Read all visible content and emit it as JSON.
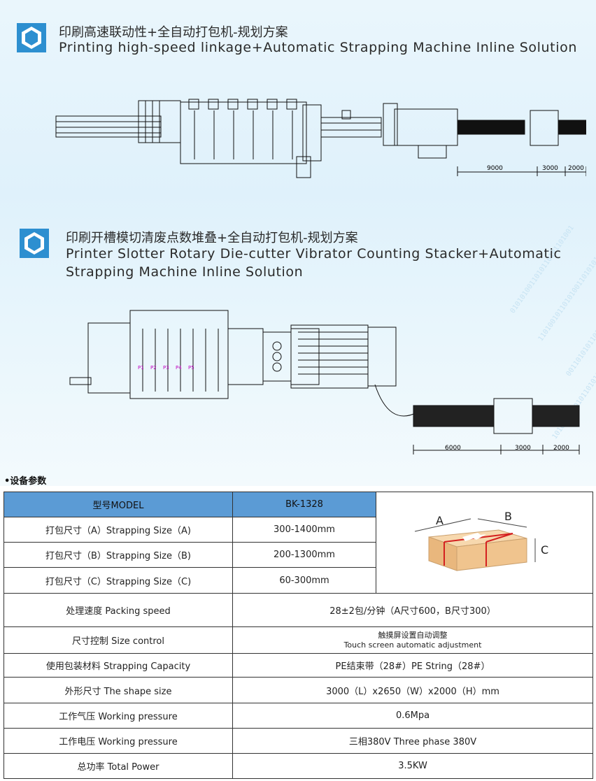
{
  "section1": {
    "title_cn": "印刷高速联动性+全自动打包机-规划方案",
    "title_en": "Printing high-speed linkage+Automatic Strapping Machine Inline Solution",
    "dims": [
      "9000",
      "3000",
      "2000"
    ]
  },
  "section2": {
    "title_cn": "印刷开槽模切清废点数堆叠+全自动打包机-规划方案",
    "title_en_line1": "Printer Slotter Rotary Die-cutter Vibrator Counting Stacker+Automatic",
    "title_en_line2": "Strapping Machine Inline Solution",
    "units": [
      "P1",
      "P2",
      "P3",
      "P4",
      "P5"
    ],
    "dims": [
      "6000",
      "3000",
      "2000"
    ]
  },
  "params_label": "•设备参数",
  "box_labels": {
    "a": "A",
    "b": "B",
    "c": "C"
  },
  "table": {
    "header": {
      "label": "型号MODEL",
      "value": "BK-1328"
    },
    "rows": [
      {
        "label": "打包尺寸（A）Strapping Size（A)",
        "value": "300-1400mm"
      },
      {
        "label": "打包尺寸（B）Strapping Size（B)",
        "value": "200-1300mm"
      },
      {
        "label": "打包尺寸（C）Strapping Size（C)",
        "value": "60-300mm"
      },
      {
        "label": "处理速度 Packing speed",
        "value": "28±2包/分钟（A尺寸600，B尺寸300）"
      },
      {
        "label": "尺寸控制 Size control",
        "value_line1": "触摸屏设置自动调整",
        "value_line2": "Touch screen automatic adjustment"
      },
      {
        "label": "使用包装材料 Strapping Capacity",
        "value": "PE结束带（28#）PE String（28#）"
      },
      {
        "label": "外形尺寸 The shape size",
        "value": "3000（L）x2650（W）x2000（H）mm"
      },
      {
        "label": "工作气压 Working pressure",
        "value": "0.6Mpa"
      },
      {
        "label": "工作电压 Working pressure",
        "value": "三相380V Three phase 380V"
      },
      {
        "label": "总功率 Total Power",
        "value": "3.5KW"
      }
    ]
  }
}
